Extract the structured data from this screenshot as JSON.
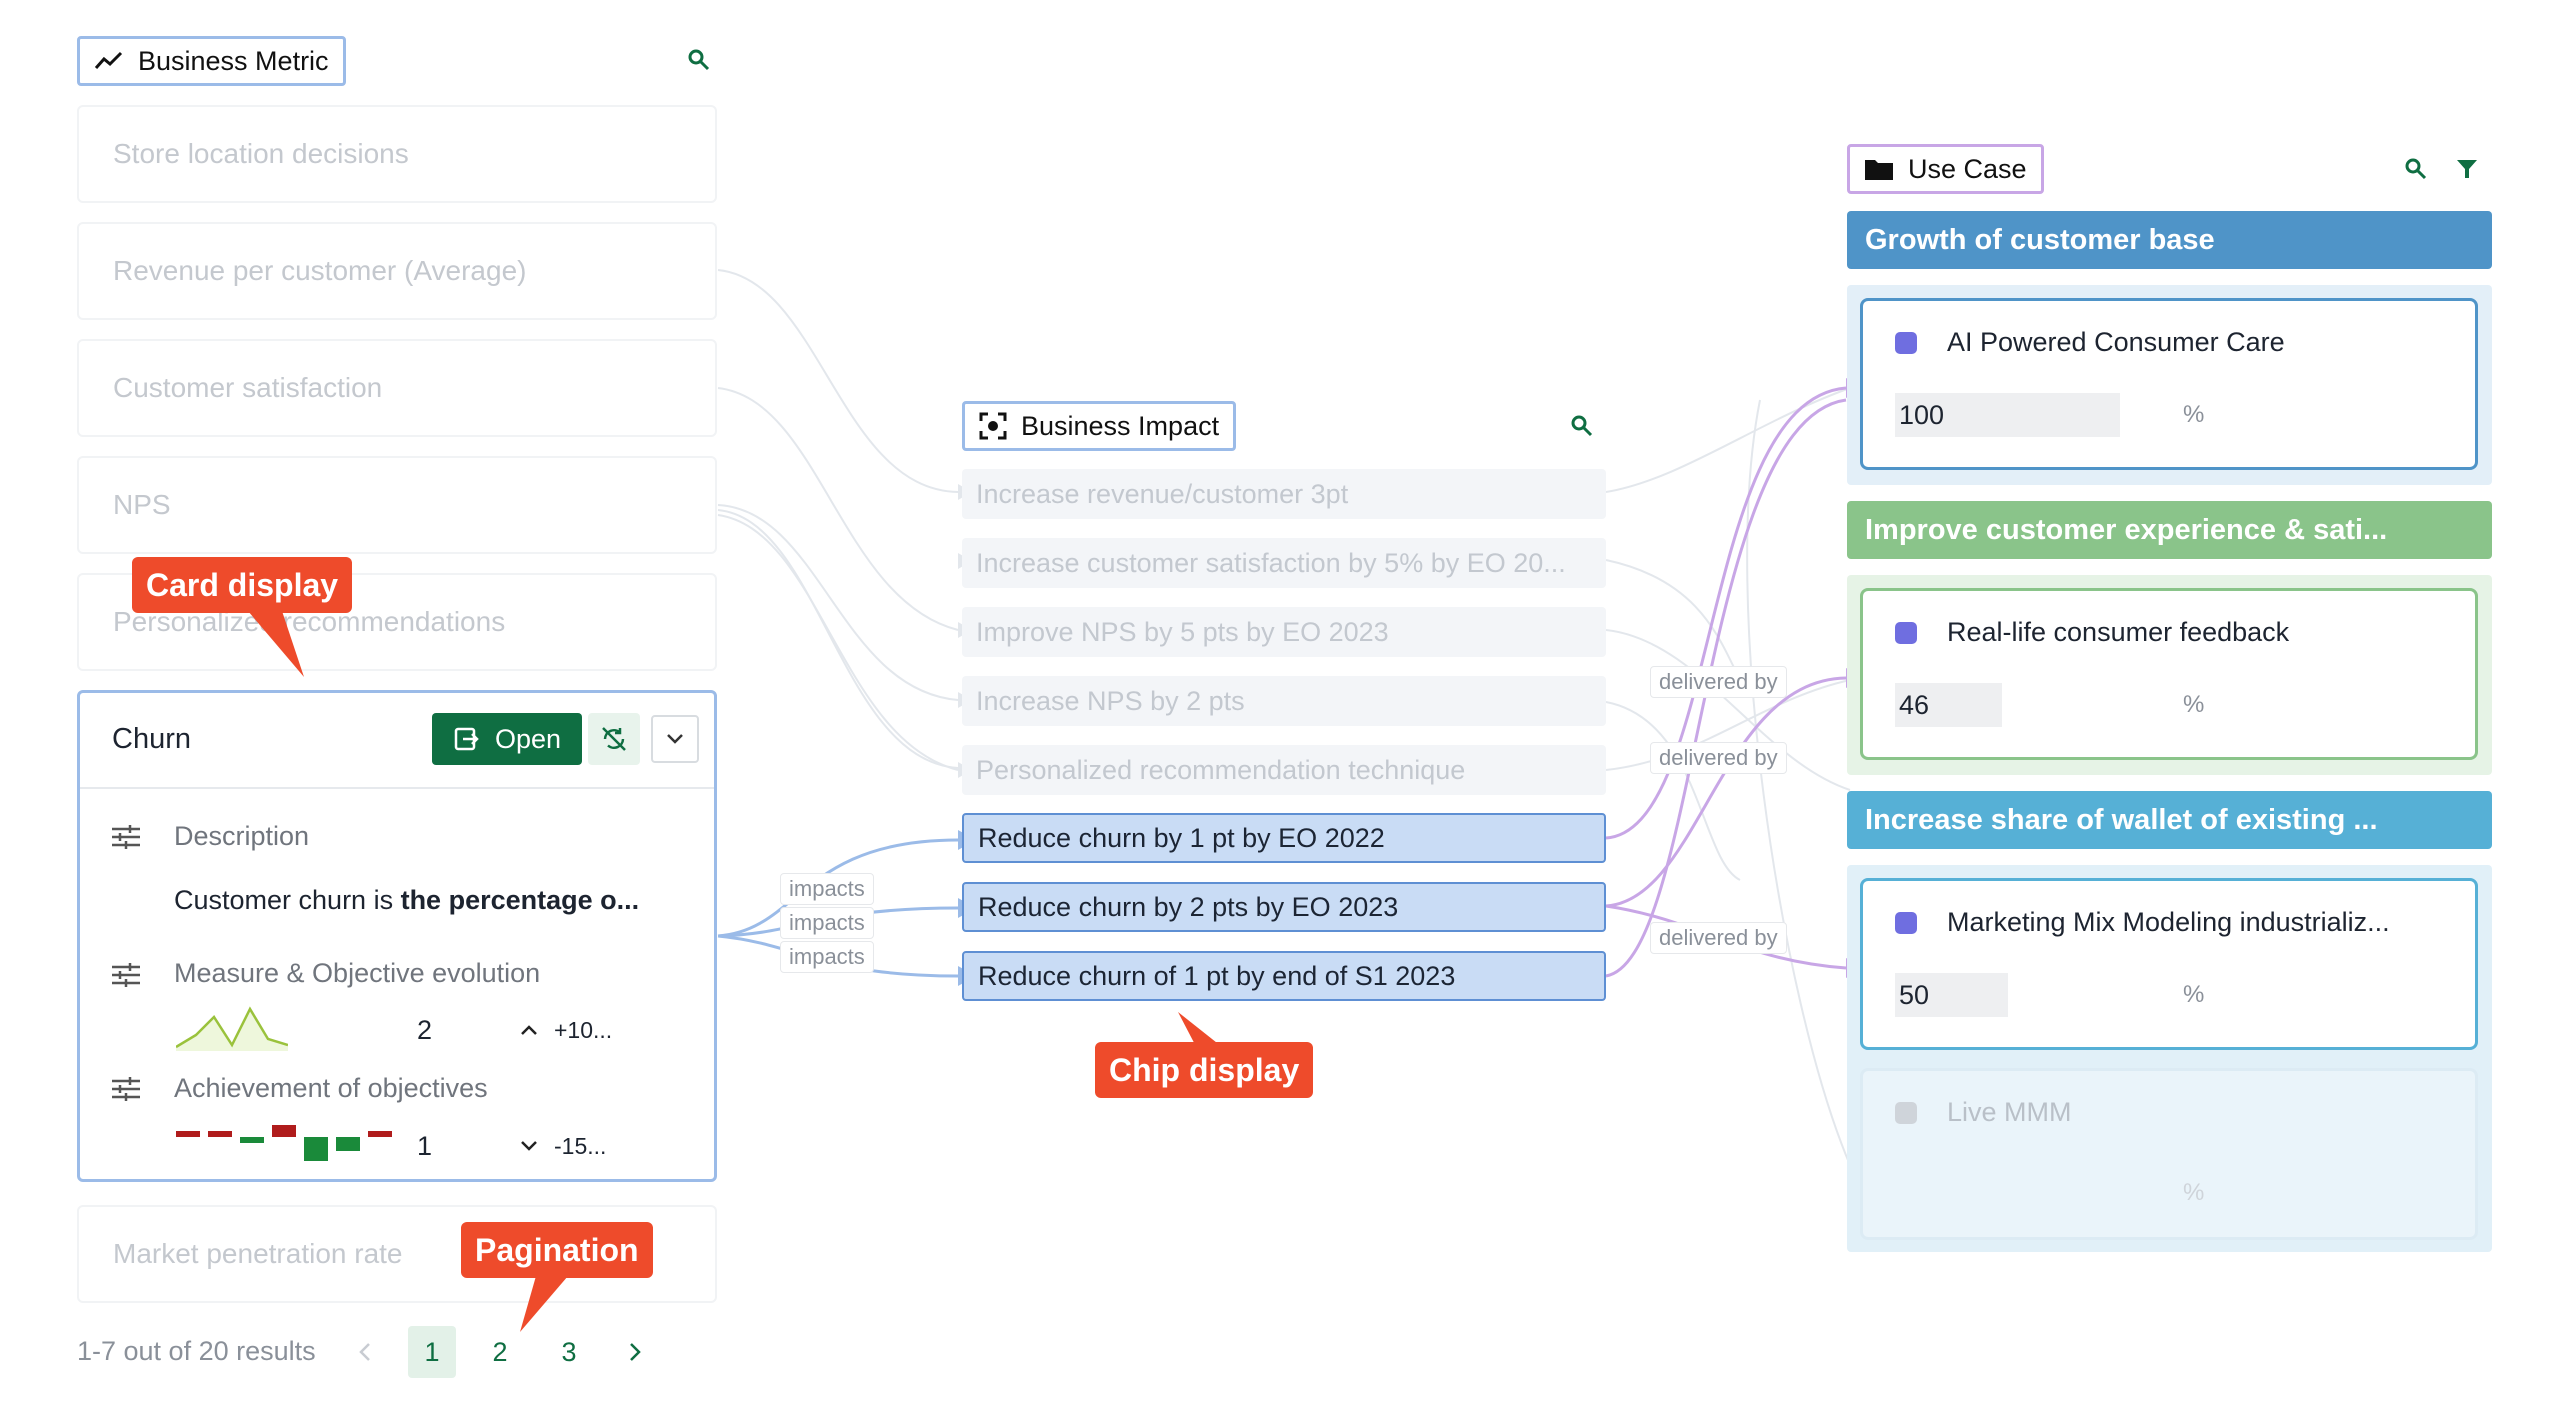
{
  "colors": {
    "accent": "#0f6e42",
    "chip_active_bg": "#c9dcf5",
    "chip_active_border": "#5e8fd3",
    "edge_purple": "#c8a6e6",
    "edge_blue": "#9bbbe8",
    "callout": "#ee4b2b",
    "group_blue": "#4f94c8",
    "group_green": "#8ac48a",
    "group_teal": "#56b0d6"
  },
  "business_metric": {
    "header": {
      "label": "Business Metric",
      "icon": "trend-line-icon"
    },
    "search_icon": "search-icon",
    "faded_items": [
      "Store location decisions",
      "Revenue per customer (Average)",
      "Customer satisfaction",
      "NPS",
      "Personalized recommendations"
    ],
    "card": {
      "title": "Churn",
      "open_label": "Open",
      "description_label": "Description",
      "description_prefix": "Customer churn is ",
      "description_bold": "the percentage o...",
      "measure_label": "Measure & Objective evolution",
      "measure_value": "2",
      "measure_delta": "+10...",
      "achievement_label": "Achievement of objectives",
      "achievement_value": "1",
      "achievement_delta": "-15..."
    },
    "last_item": "Market penetration rate",
    "pagination": {
      "summary": "1-7 out of 20 results",
      "pages": [
        "1",
        "2",
        "3"
      ],
      "current": "1"
    }
  },
  "business_impact": {
    "header": {
      "label": "Business Impact",
      "icon": "focus-icon"
    },
    "search_icon": "search-icon",
    "faded_chips": [
      "Increase revenue/customer 3pt",
      "Increase customer satisfaction by 5% by EO 20...",
      "Improve NPS by 5 pts by EO 2023",
      "Increase NPS by 2 pts",
      "Personalized recommendation technique"
    ],
    "active_chips": [
      "Reduce churn by 1 pt by EO 2022",
      "Reduce churn by 2 pts by EO 2023",
      "Reduce churn of 1 pt by end of S1 2023"
    ],
    "edge_labels": [
      "impacts",
      "impacts",
      "impacts"
    ]
  },
  "use_case": {
    "header": {
      "label": "Use Case",
      "icon": "folder-icon"
    },
    "search_icon": "search-icon",
    "filter_icon": "filter-icon",
    "delivered_labels": [
      "delivered by",
      "delivered by",
      "delivered by"
    ],
    "groups": [
      {
        "title": "Growth of customer base",
        "color": "#4f94c8",
        "card": {
          "title": "AI Powered Consumer Care",
          "value": "100",
          "unit": "%",
          "dot": "#6f6ee0"
        }
      },
      {
        "title": "Improve customer experience & sati...",
        "color": "#8ac48a",
        "card": {
          "title": "Real-life consumer feedback",
          "value": "46",
          "unit": "%",
          "dot": "#6f6ee0"
        }
      },
      {
        "title": "Increase share of wallet of existing ...",
        "color": "#56b0d6",
        "card": {
          "title": "Marketing Mix Modeling industrializ...",
          "value": "50",
          "unit": "%",
          "dot": "#6f6ee0"
        },
        "faded_card": {
          "title": "Live MMM",
          "unit": "%"
        }
      }
    ]
  },
  "callouts": {
    "card_display": "Card display",
    "pagination": "Pagination",
    "chip_display": "Chip display"
  }
}
